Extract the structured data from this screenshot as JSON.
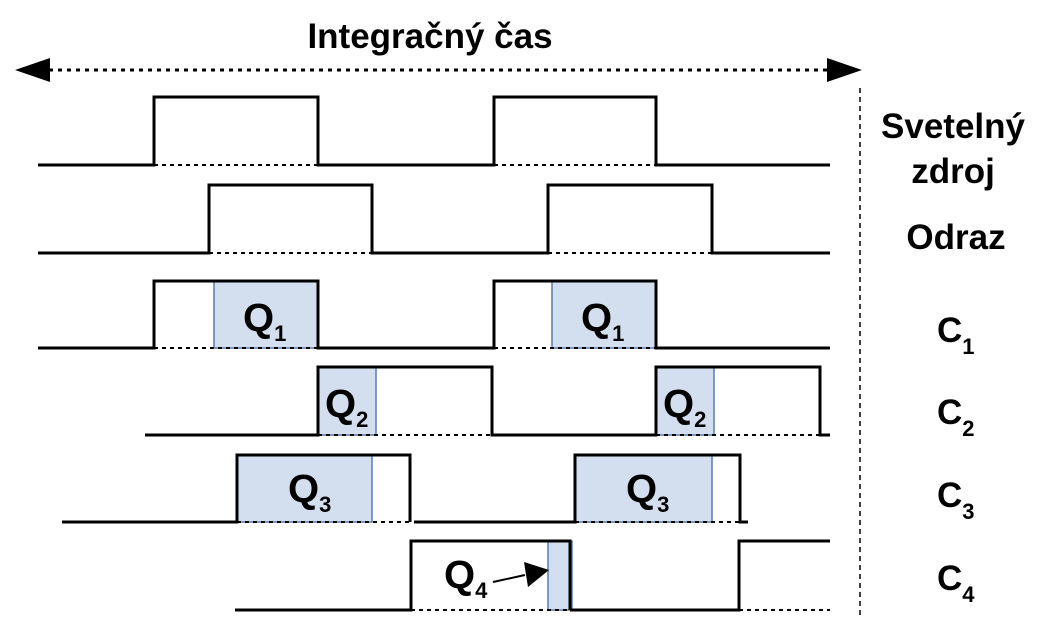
{
  "title": "Integračný čas",
  "rows": {
    "light_source": {
      "line1": "Svetelný",
      "line2": "zdroj"
    },
    "reflection": {
      "label": "Odraz"
    },
    "c1": {
      "main": "C",
      "sub": "1"
    },
    "c2": {
      "main": "C",
      "sub": "2"
    },
    "c3": {
      "main": "C",
      "sub": "3"
    },
    "c4": {
      "main": "C",
      "sub": "4"
    }
  },
  "charges": {
    "q1": {
      "main": "Q",
      "sub": "1"
    },
    "q2": {
      "main": "Q",
      "sub": "2"
    },
    "q3": {
      "main": "Q",
      "sub": "3"
    },
    "q4": {
      "main": "Q",
      "sub": "4"
    }
  },
  "colors": {
    "line": "#000000",
    "fill": "#d3dfef",
    "fill_border": "#5a7fb0"
  }
}
